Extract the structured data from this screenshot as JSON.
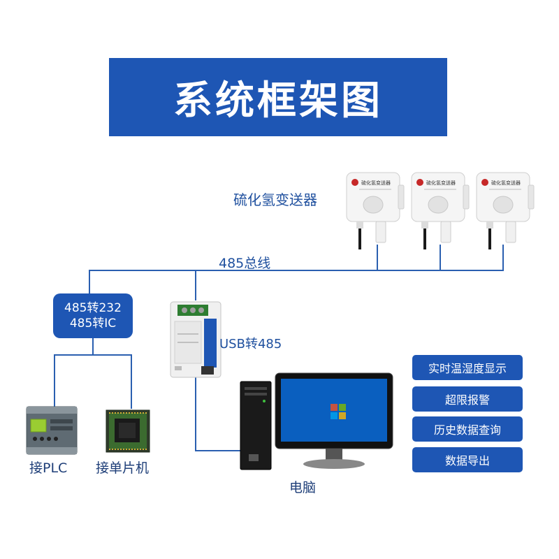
{
  "title": "系统框架图",
  "sensor_label": "硫化氢变送器",
  "sensor_device_text": "硫化氢变送器",
  "bus_label": "485总线",
  "converter_box": {
    "line1": "485转232",
    "line2": "485转IC"
  },
  "usb_label": "USB转485",
  "plc_label": "接PLC",
  "mcu_label": "接单片机",
  "computer_label": "电脑",
  "features": [
    "实时温湿度显示",
    "超限报警",
    "历史数据查询",
    "数据导出"
  ],
  "colors": {
    "brand_blue": "#1e56b4",
    "wire": "#2a5fb0",
    "label_blue": "#1e4f9e"
  }
}
